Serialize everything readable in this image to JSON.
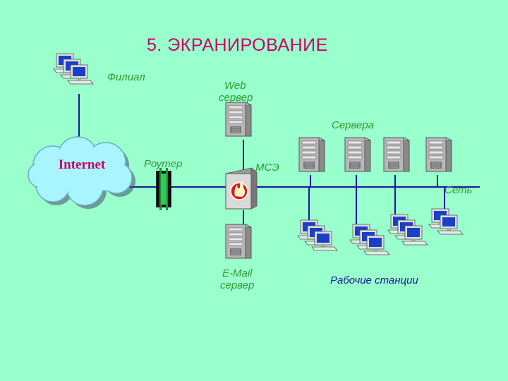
{
  "title": "5. ЭКРАНИРОВАНИЕ",
  "labels": {
    "branch": "Филиал",
    "internet": "Internet",
    "router": "Роутер",
    "web_server_line1": "Web",
    "web_server_line2": "сервер",
    "firewall": "МСЭ",
    "servers": "Сервера",
    "network": "Сеть",
    "mail_server_line1": "E-Mail",
    "mail_server_line2": "сервер",
    "workstations": "Рабочие станции"
  },
  "colors": {
    "background": "#99FFCC",
    "title": "#cc0066",
    "labels": "#339933",
    "workstations_label": "#1a1a99",
    "lines": "#1a1a99",
    "cloud": "#a8f4ff"
  },
  "icons": [
    "cloud-icon",
    "router-icon",
    "firewall-icon",
    "server-icon",
    "workstation-icon"
  ]
}
